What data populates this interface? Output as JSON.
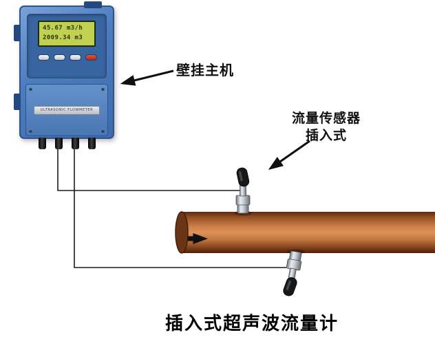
{
  "labels": {
    "host": "壁挂主机",
    "sensor_line1": "流量传感器",
    "sensor_line2": "插入式",
    "title": "插入式超声波流量计"
  },
  "device": {
    "lcd_line1": "45.67 m3/h",
    "lcd_line2": "2009.34 m3",
    "nameplate": "ULTRASONIC FLOWMETER"
  },
  "colors": {
    "device_blue": "#4d7cbd",
    "device_blue_dark": "#2b5590",
    "lcd_green": "#c2d052",
    "pipe_copper": "#c57a44",
    "ink": "#101010"
  }
}
